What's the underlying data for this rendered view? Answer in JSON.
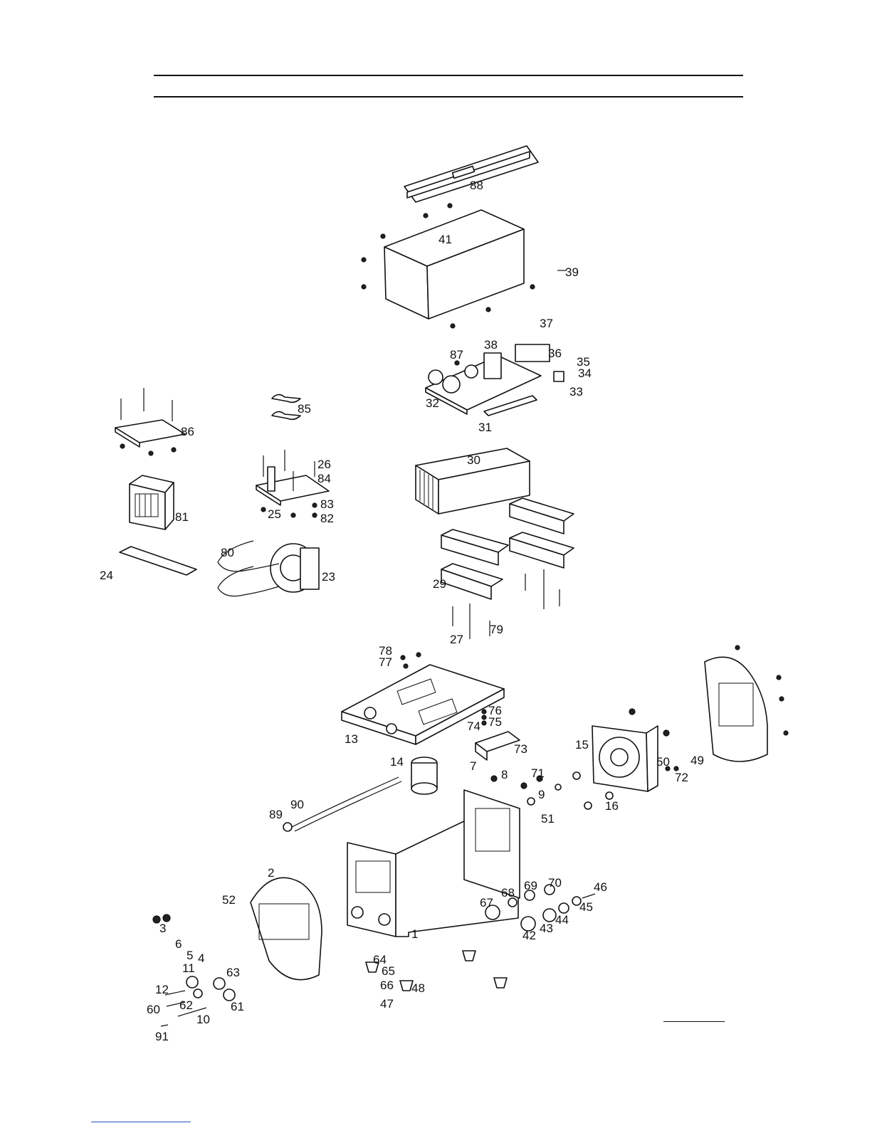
{
  "page": {
    "title": "",
    "footer_link": ""
  },
  "callouts": [
    {
      "id": "88",
      "label": "88"
    },
    {
      "id": "41",
      "label": "41"
    },
    {
      "id": "39",
      "label": "39"
    },
    {
      "id": "37",
      "label": "37"
    },
    {
      "id": "38",
      "label": "38"
    },
    {
      "id": "87",
      "label": "87"
    },
    {
      "id": "36",
      "label": "36"
    },
    {
      "id": "35",
      "label": "35"
    },
    {
      "id": "34",
      "label": "34"
    },
    {
      "id": "33",
      "label": "33"
    },
    {
      "id": "32",
      "label": "32"
    },
    {
      "id": "31",
      "label": "31"
    },
    {
      "id": "85",
      "label": "85"
    },
    {
      "id": "86",
      "label": "86"
    },
    {
      "id": "26",
      "label": "26"
    },
    {
      "id": "84",
      "label": "84"
    },
    {
      "id": "83",
      "label": "83"
    },
    {
      "id": "82",
      "label": "82"
    },
    {
      "id": "25",
      "label": "25"
    },
    {
      "id": "81",
      "label": "81"
    },
    {
      "id": "30",
      "label": "30"
    },
    {
      "id": "80",
      "label": "80"
    },
    {
      "id": "24",
      "label": "24"
    },
    {
      "id": "23",
      "label": "23"
    },
    {
      "id": "29",
      "label": "29"
    },
    {
      "id": "27",
      "label": "27"
    },
    {
      "id": "79",
      "label": "79"
    },
    {
      "id": "78",
      "label": "78"
    },
    {
      "id": "77",
      "label": "77"
    },
    {
      "id": "76",
      "label": "76"
    },
    {
      "id": "75",
      "label": "75"
    },
    {
      "id": "74",
      "label": "74"
    },
    {
      "id": "13",
      "label": "13"
    },
    {
      "id": "73",
      "label": "73"
    },
    {
      "id": "15",
      "label": "15"
    },
    {
      "id": "14",
      "label": "14"
    },
    {
      "id": "7",
      "label": "7"
    },
    {
      "id": "50",
      "label": "50"
    },
    {
      "id": "49",
      "label": "49"
    },
    {
      "id": "72",
      "label": "72"
    },
    {
      "id": "8",
      "label": "8"
    },
    {
      "id": "71",
      "label": "71"
    },
    {
      "id": "9",
      "label": "9"
    },
    {
      "id": "16",
      "label": "16"
    },
    {
      "id": "51",
      "label": "51"
    },
    {
      "id": "90",
      "label": "90"
    },
    {
      "id": "89",
      "label": "89"
    },
    {
      "id": "2",
      "label": "2"
    },
    {
      "id": "52",
      "label": "52"
    },
    {
      "id": "70",
      "label": "70"
    },
    {
      "id": "46",
      "label": "46"
    },
    {
      "id": "69",
      "label": "69"
    },
    {
      "id": "68",
      "label": "68"
    },
    {
      "id": "45",
      "label": "45"
    },
    {
      "id": "67",
      "label": "67"
    },
    {
      "id": "44",
      "label": "44"
    },
    {
      "id": "43",
      "label": "43"
    },
    {
      "id": "42",
      "label": "42"
    },
    {
      "id": "1",
      "label": "1"
    },
    {
      "id": "3",
      "label": "3"
    },
    {
      "id": "6",
      "label": "6"
    },
    {
      "id": "5",
      "label": "5"
    },
    {
      "id": "4",
      "label": "4"
    },
    {
      "id": "64",
      "label": "64"
    },
    {
      "id": "65",
      "label": "65"
    },
    {
      "id": "66",
      "label": "66"
    },
    {
      "id": "48",
      "label": "48"
    },
    {
      "id": "47",
      "label": "47"
    },
    {
      "id": "11",
      "label": "11"
    },
    {
      "id": "63",
      "label": "63"
    },
    {
      "id": "12",
      "label": "12"
    },
    {
      "id": "62",
      "label": "62"
    },
    {
      "id": "61",
      "label": "61"
    },
    {
      "id": "60",
      "label": "60"
    },
    {
      "id": "10",
      "label": "10"
    },
    {
      "id": "91",
      "label": "91"
    }
  ]
}
